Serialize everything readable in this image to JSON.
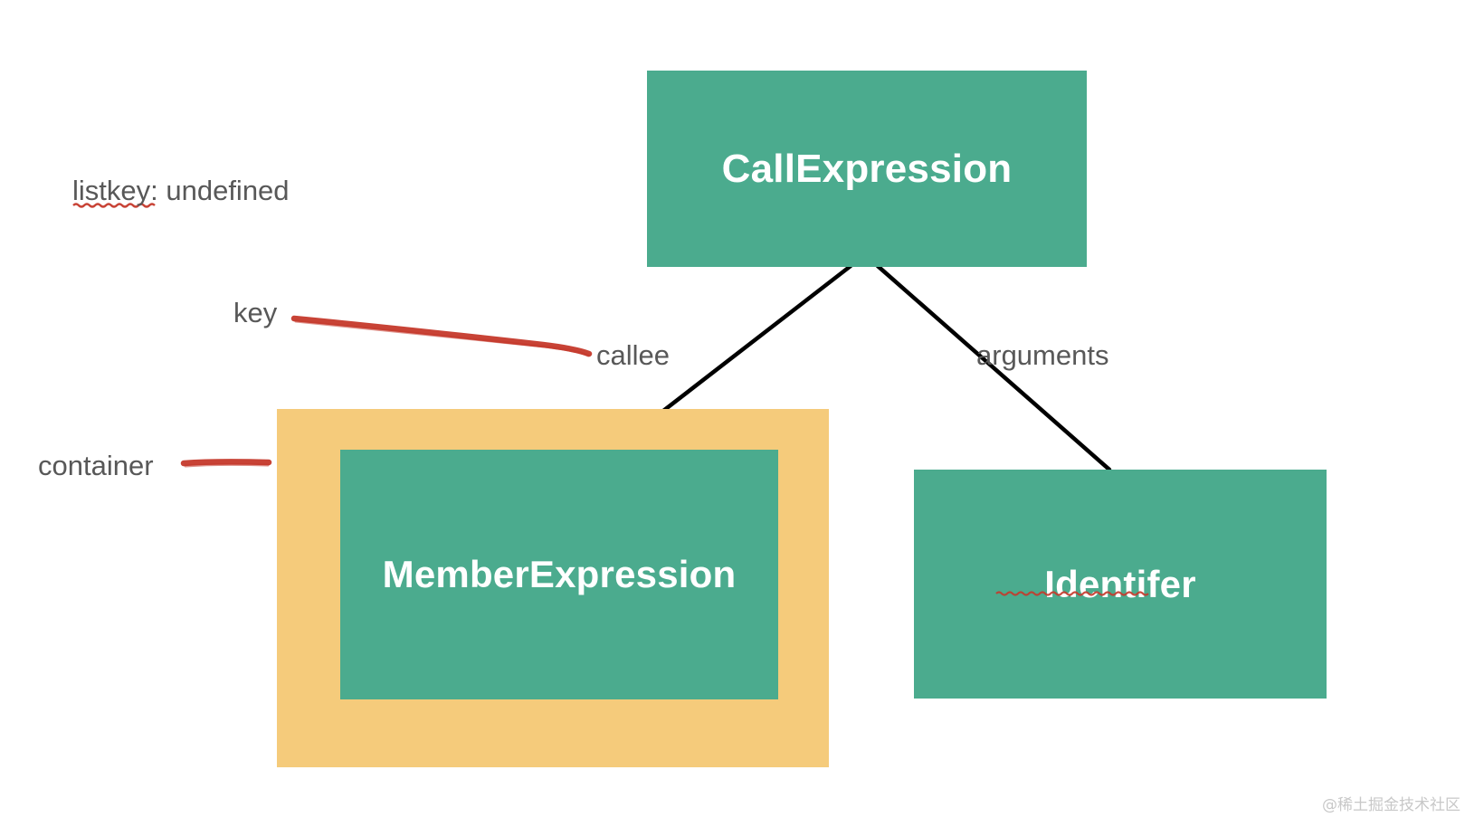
{
  "diagram": {
    "title": "Babel AST node path diagram",
    "watermark": "@稀土掘金技术社区",
    "colors": {
      "node_green": "#4BAB8E",
      "container_orange": "#F5CB7B",
      "annotation_red": "#C5392B",
      "edge_black": "#000000",
      "label_gray": "#585858",
      "node_text": "#FFFFFF"
    },
    "nodes": [
      {
        "id": "call-expression",
        "label": "CallExpression",
        "type": "ast-node",
        "color": "#4BAB8E"
      },
      {
        "id": "member-expression",
        "label": "MemberExpression",
        "type": "ast-node",
        "color": "#4BAB8E"
      },
      {
        "id": "identifer",
        "label": "Identifer",
        "type": "ast-node",
        "color": "#4BAB8E",
        "misspelled": true
      }
    ],
    "container": {
      "id": "container-highlight",
      "color": "#F5CB7B"
    },
    "edges": [
      {
        "from": "call-expression",
        "to": "member-expression",
        "label": "callee"
      },
      {
        "from": "call-expression",
        "to": "identifer",
        "label": "arguments"
      }
    ],
    "annotations": [
      {
        "id": "listkey",
        "text": "listkey: undefined",
        "underline_word": "listkey"
      },
      {
        "id": "key",
        "text": "key"
      },
      {
        "id": "container",
        "text": "container"
      }
    ]
  }
}
